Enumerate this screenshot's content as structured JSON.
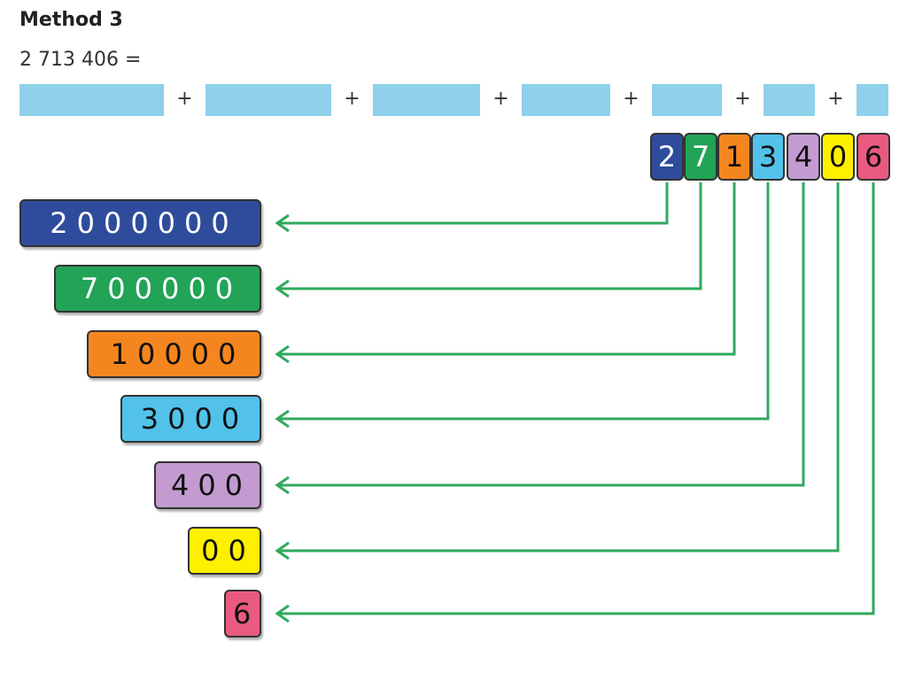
{
  "title": "Method 3",
  "equation": "2 713 406 =",
  "plus_sign": "+",
  "digits": [
    {
      "d": "2",
      "bg": "#2f4c9c",
      "fg": "#ffffff"
    },
    {
      "d": "7",
      "bg": "#22a356",
      "fg": "#ffffff"
    },
    {
      "d": "1",
      "bg": "#f5861f",
      "fg": "#111111"
    },
    {
      "d": "3",
      "bg": "#52c2ea",
      "fg": "#111111"
    },
    {
      "d": "4",
      "bg": "#c39bd1",
      "fg": "#111111"
    },
    {
      "d": "0",
      "bg": "#fff000",
      "fg": "#111111"
    },
    {
      "d": "6",
      "bg": "#ea5a80",
      "fg": "#111111"
    }
  ],
  "values": [
    "2000000",
    "700000",
    "10000",
    "3000",
    "400",
    "00",
    "6"
  ],
  "arrow_color": "#2eaa5c"
}
